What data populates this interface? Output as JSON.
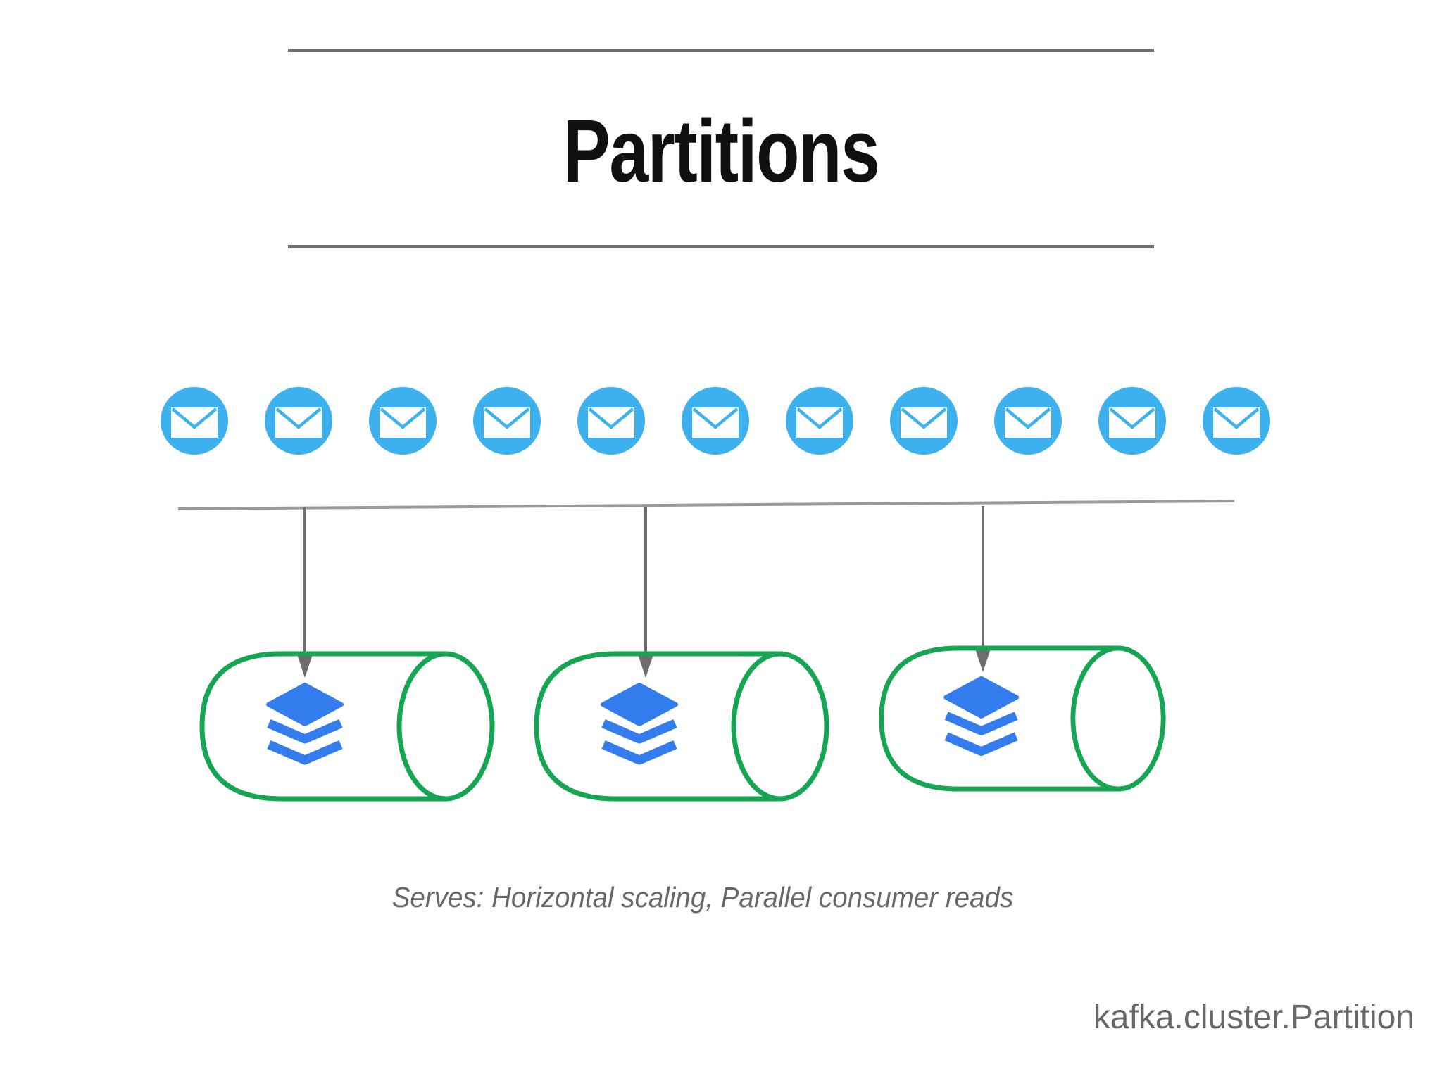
{
  "slide": {
    "title": "Partitions",
    "caption": "Serves: Horizontal scaling, Parallel consumer reads",
    "watermark": "kafka.cluster.Partition"
  },
  "topic_stream": {
    "message_count": 11,
    "icon": "envelope-icon"
  },
  "partitions": {
    "count": 3,
    "icon": "layers-stack-icon",
    "shape": "cylinder"
  },
  "colors": {
    "message_blue": "#3cb1ee",
    "layers_blue": "#337dee",
    "cylinder_green": "#16a553",
    "rule_gray": "#6e6e6e",
    "connector_gray": "#9a9a9a",
    "arrow_gray": "#6e6e6e",
    "text_gray": "#686868",
    "title_black": "#101010"
  }
}
